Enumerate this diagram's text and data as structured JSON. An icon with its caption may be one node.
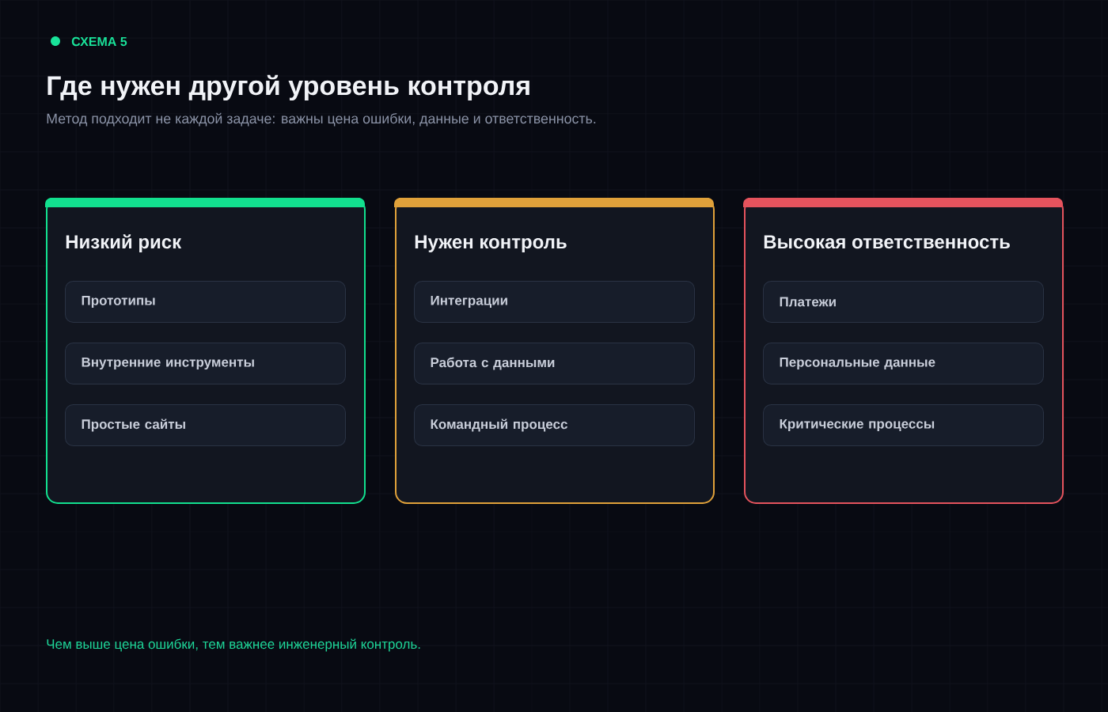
{
  "diagram": {
    "title": "Где нужен другой уровень контроля",
    "nodes": [
      {
        "text": [
          "Низкий риск"
        ]
      },
      {
        "text": [
          "Прототипы"
        ],
        "in": 0
      },
      {
        "text": [
          "Внутренние инструменты"
        ],
        "in": 0
      },
      {
        "text": [
          "Простые сайты"
        ],
        "in": 0
      },
      {
        "text": [
          "Нужен контроль"
        ]
      },
      {
        "text": [
          "Интеграции"
        ],
        "in": 4
      },
      {
        "text": [
          "Работа с данными"
        ],
        "in": 4
      },
      {
        "text": [
          "Командный процесс"
        ],
        "in": 4
      },
      {
        "text": [
          "Высокая ответственность"
        ]
      },
      {
        "text": [
          "Платежи"
        ],
        "in": 8
      },
      {
        "text": [
          "Персональные данные"
        ],
        "in": 8
      },
      {
        "text": [
          "Критические процессы"
        ],
        "in": 8
      }
    ],
    "labels": [
      "СХЕМА 5",
      "Метод подходит не каждой задаче: важны цена ошибки, данные и ответственность.",
      "Чем выше цена ошибки, тем важнее инженерный контроль."
    ]
  }
}
